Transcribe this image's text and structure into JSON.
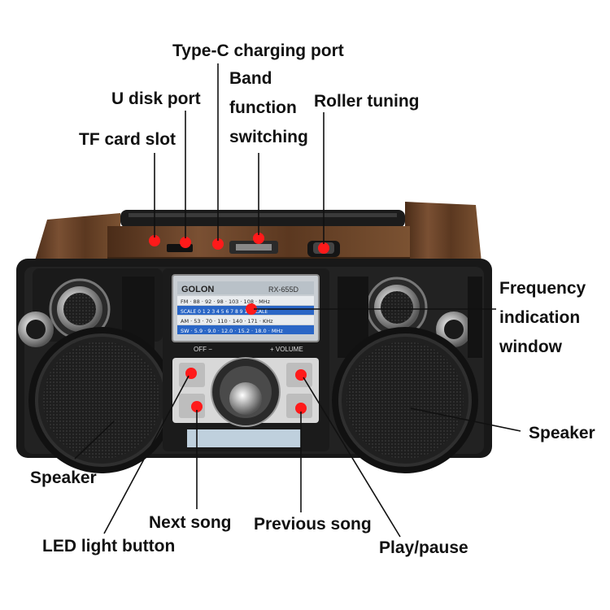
{
  "radio": {
    "brand": "GOLON",
    "model": "RX-655D",
    "dial_left": "OFF −",
    "dial_right": "+ VOLUME",
    "scales": [
      "FM · 88 · 92 · 98 · 103 · 108 · MHz",
      "SCALE 0 1 2 3 4 5 6 7 8 9 10 SCALE",
      "AM · 53 · 70 · 110 · 140 · 171 · KHz",
      "SW · 5.9 · 9.0 · 12.0 · 15.2 · 18.0 · MHz"
    ]
  },
  "labels": {
    "type_c": "Type-C charging port",
    "band_line1": "Band",
    "band_line2": "function",
    "band_line3": "switching",
    "u_disk": "U disk port",
    "roller": "Roller tuning",
    "tf_card": "TF card slot",
    "freq_line1": "Frequency",
    "freq_line2": "indication",
    "freq_line3": "window",
    "speaker_left": "Speaker",
    "speaker_right": "Speaker",
    "next_song": "Next song",
    "previous_song": "Previous song",
    "led_button": "LED light button",
    "play_pause": "Play/pause"
  },
  "colors": {
    "marker": "#ff1a1a",
    "wood": "#6b4428",
    "body": "#1c1c1c"
  }
}
